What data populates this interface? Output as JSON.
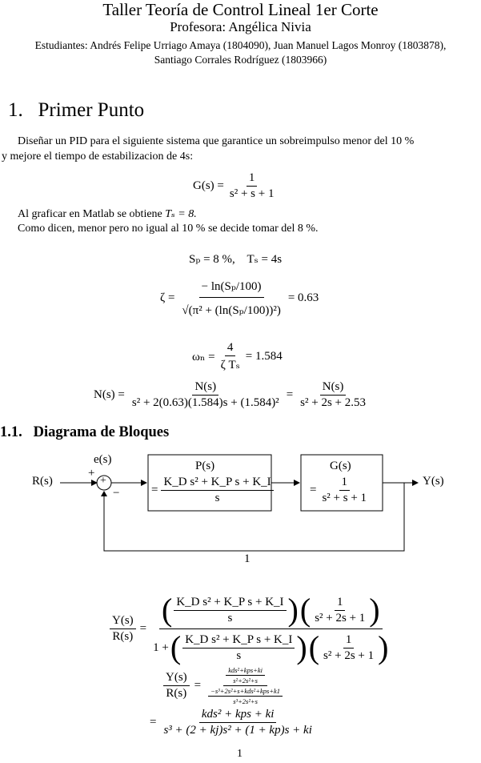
{
  "header": {
    "title": "Taller Teoría de Control Lineal 1er Corte",
    "professor": "Profesora: Angélica Nivia",
    "students_line1": "Estudiantes: Andrés Felipe Urriago Amaya (1804090), Juan Manuel Lagos Monroy (1803878),",
    "students_line2": "Santiago Corrales Rodríguez (1803966)"
  },
  "section1": {
    "heading": "1.   Primer Punto",
    "intro_line1": "Diseñar un PID para el siguiente sistema que garantice un sobreimpulso menor del 10 %",
    "intro_line2": "y mejore el tiempo de estabilizacion de 4s:",
    "gs_lhs": "G(s) =",
    "gs_num": "1",
    "gs_den": "s² + s + 1",
    "matlab_line": "Al graficar en Matlab se obtiene",
    "matlab_ts": "Tₛ = 8.",
    "choice_line": "Como dicen, menor pero no igual al 10 % se decide tomar del 8 %.",
    "sp_eq": "Sₚ = 8 %,    Tₛ = 4s",
    "zeta_lhs": "ζ =",
    "zeta_num": "− ln(Sₚ/100)",
    "zeta_den": "√(π² + (ln(Sₚ/100))²)",
    "zeta_val": "= 0.63",
    "wn_lhs": "ωₙ =",
    "wn_num": "4",
    "wn_den": "ζ Tₛ",
    "wn_val": "= 1.584",
    "ns_lhs": "N(s) =",
    "ns_num1": "N(s)",
    "ns_den1": "s² + 2(0.63)(1.584)s + (1.584)²",
    "ns_eq": "=",
    "ns_num2": "N(s)",
    "ns_den2": "s² + 2s + 2.53"
  },
  "section11": {
    "heading": "1.1.   Diagrama de Bloques",
    "r": "R(s)",
    "e": "e(s)",
    "plus_top": "+",
    "sum_plus": "+",
    "minus": "−",
    "p_label": "P(s)",
    "p_eq": "=",
    "p_num": "K_D s² + K_P s + K_I",
    "p_den": "s",
    "g_label": "G(s)",
    "g_eq": "=",
    "g_num": "1",
    "g_den": "s² + s + 1",
    "y": "Y(s)",
    "feedback": "1"
  },
  "derivation": {
    "lhs_num": "Y(s)",
    "lhs_den": "R(s)",
    "eq": "=",
    "top_a_num": "K_D s² + K_P s + K_I",
    "top_a_den": "s",
    "top_b_num": "1",
    "top_b_den": "s² + 2s + 1",
    "one_plus": "1 +",
    "line2_lhs_num": "Y(s)",
    "line2_lhs_den": "R(s)",
    "line2_num_num": "kds²+kps+ki",
    "line2_num_den": "s²+2s²+s",
    "line2_den_num": "−s³+2s²+s+kds²+kps+k1",
    "line2_den_den": "s³+2s²+s",
    "final_eq": "=",
    "final_num": "kds² + kps + ki",
    "final_den": "s³ + (2 + kj)s² + (1 + kp)s + ki"
  },
  "footer": {
    "page_number": "1"
  }
}
